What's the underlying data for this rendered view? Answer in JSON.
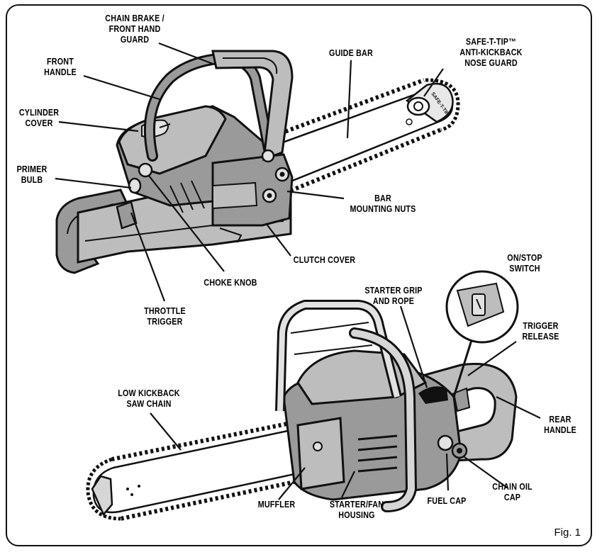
{
  "figure_label": "Fig. 1",
  "colors": {
    "ink": "#111111",
    "body_gray": "#9a9a9a",
    "mid_gray": "#bdbdbd",
    "light_gray": "#e2e2e2",
    "frame": "#111111"
  },
  "labels": {
    "chain_brake": "CHAIN BRAKE /\nFRONT HAND\nGUARD",
    "front_handle": "FRONT\nHANDLE",
    "cylinder_cover": "CYLINDER\nCOVER",
    "primer_bulb": "PRIMER\nBULB",
    "guide_bar": "GUIDE BAR",
    "safe_t_tip": "SAFE-T-TIP™\nANTI-KICKBACK\nNOSE GUARD",
    "bar_mounting_nuts": "BAR\nMOUNTING NUTS",
    "clutch_cover": "CLUTCH COVER",
    "choke_knob": "CHOKE KNOB",
    "throttle_trigger": "THROTTLE\nTRIGGER",
    "on_stop_switch": "ON/STOP\nSWITCH",
    "starter_grip": "STARTER GRIP\nAND ROPE",
    "trigger_release": "TRIGGER\nRELEASE",
    "low_kickback": "LOW KICKBACK\nSAW CHAIN",
    "rear_handle": "REAR\nHANDLE",
    "chain_oil_cap": "CHAIN OIL\nCAP",
    "fuel_cap": "FUEL CAP",
    "muffler": "MUFFLER",
    "starter_fan": "STARTER/FAN\nHOUSING"
  },
  "nose_guard_text": "SAFE-T-TIP"
}
